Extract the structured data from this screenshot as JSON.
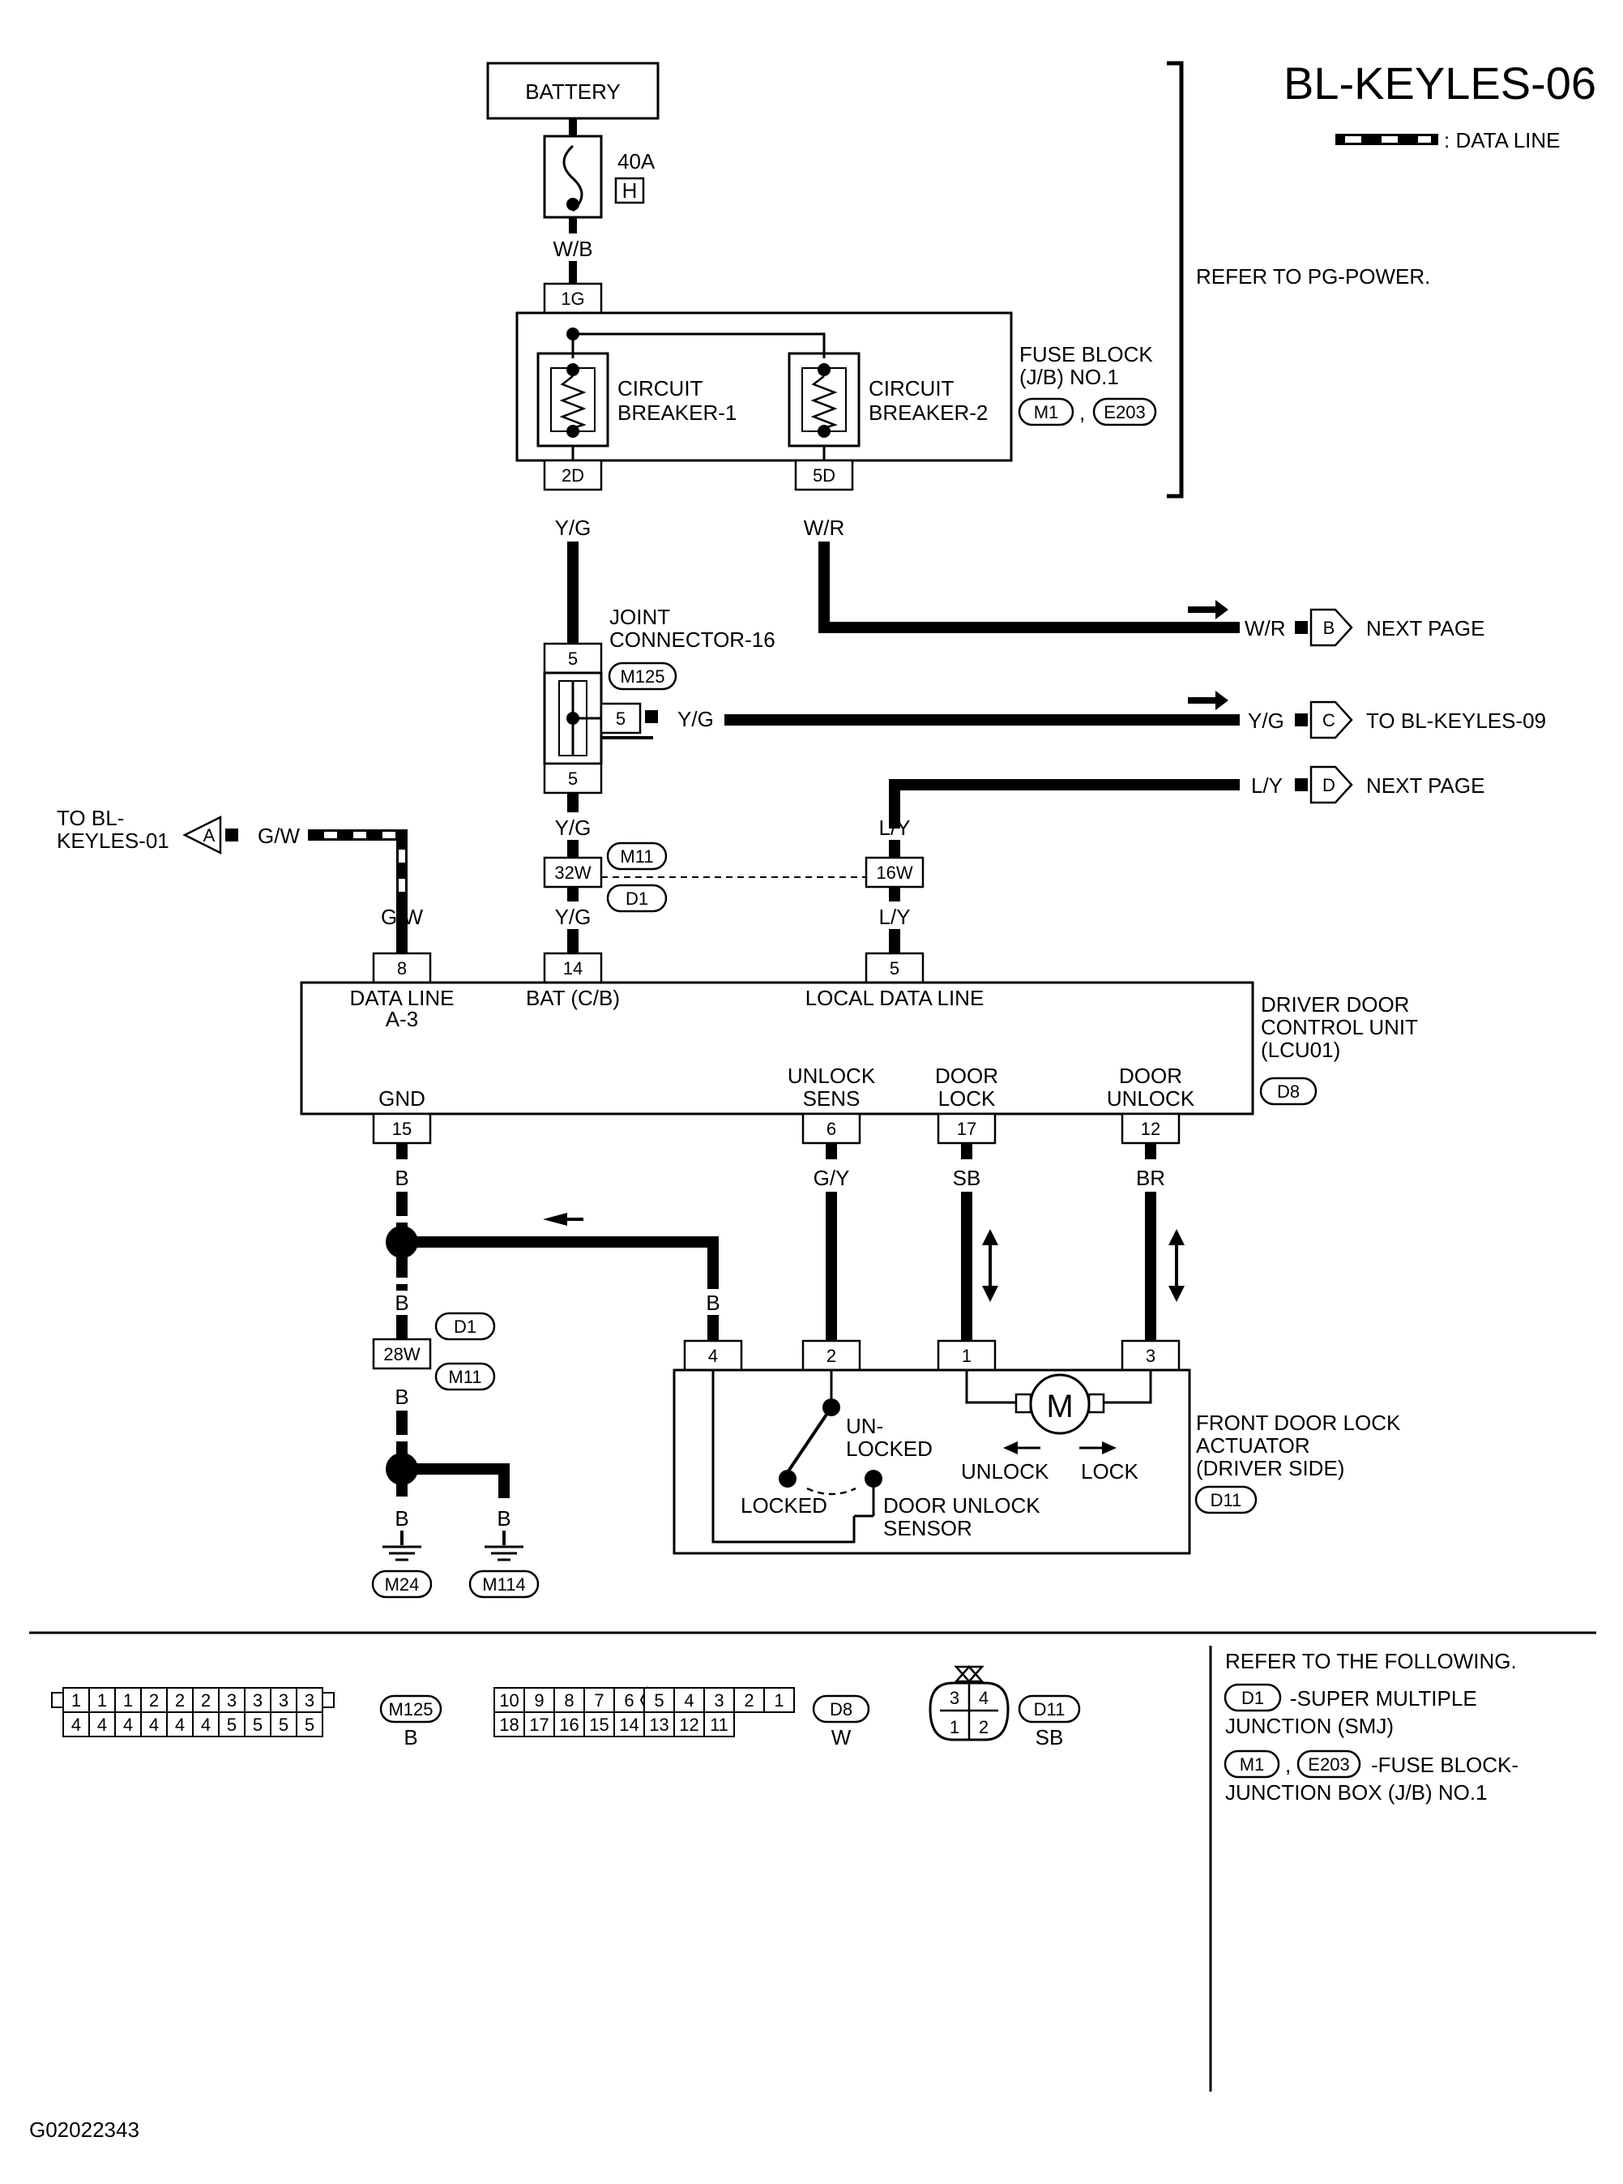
{
  "page_title": "BL-KEYLES-06",
  "legend": {
    "data_line": ": DATA LINE"
  },
  "refer_pg": "REFER TO PG-POWER.",
  "battery": "BATTERY",
  "fuse": {
    "rating": "40A",
    "letter": "H"
  },
  "wires": {
    "wb": "W/B",
    "yg": "Y/G",
    "wr": "W/R",
    "ly": "L/Y",
    "gw": "G/W",
    "b": "B",
    "gy": "G/Y",
    "sb": "SB",
    "br": "BR"
  },
  "fuse_block": {
    "title_line1": "FUSE BLOCK",
    "title_line2": "(J/B) NO.1",
    "conn1": "M1",
    "conn2": "E203",
    "in_pin": "1G",
    "cb1_line1": "CIRCUIT",
    "cb1_line2": "BREAKER-1",
    "cb2_line1": "CIRCUIT",
    "cb2_line2": "BREAKER-2",
    "out1": "2D",
    "out2": "5D"
  },
  "joint": {
    "line1": "JOINT",
    "line2": "CONNECTOR-16",
    "conn": "M125",
    "pin": "5"
  },
  "offpage": {
    "b_letter": "B",
    "b_text": "NEXT PAGE",
    "c_letter": "C",
    "c_text": "TO BL-KEYLES-09",
    "d_letter": "D",
    "d_text": "NEXT PAGE",
    "a_letter": "A",
    "a_line1": "TO BL-",
    "a_line2": "KEYLES-01"
  },
  "smj": {
    "conn_m11": "M11",
    "conn_d1": "D1",
    "pin32": "32W",
    "pin16": "16W",
    "pin28": "28W"
  },
  "dcu": {
    "title_line1": "DRIVER DOOR",
    "title_line2": "CONTROL UNIT",
    "title_line3": "(LCU01)",
    "conn": "D8",
    "pins": {
      "p8": "8",
      "p14": "14",
      "p5": "5",
      "p15": "15",
      "p6": "6",
      "p17": "17",
      "p12": "12"
    },
    "t_dataline1": "DATA LINE",
    "t_dataline2": "A-3",
    "t_bat": "BAT (C/B)",
    "t_local": "LOCAL DATA LINE",
    "t_gnd": "GND",
    "t_unlock1": "UNLOCK",
    "t_unlock2": "SENS",
    "t_lock1": "DOOR",
    "t_lock2": "LOCK",
    "t_dunlock1": "DOOR",
    "t_dunlock2": "UNLOCK"
  },
  "actuator": {
    "title_line1": "FRONT DOOR LOCK",
    "title_line2": "ACTUATOR",
    "title_line3": "(DRIVER SIDE)",
    "conn": "D11",
    "pins": {
      "p4": "4",
      "p2": "2",
      "p1": "1",
      "p3": "3"
    },
    "motor": "M",
    "unlocked1": "UN-",
    "unlocked2": "LOCKED",
    "locked": "LOCKED",
    "sensor1": "DOOR UNLOCK",
    "sensor2": "SENSOR",
    "unlock": "UNLOCK",
    "lock": "LOCK"
  },
  "grounds": {
    "g1": "M24",
    "g2": "M114"
  },
  "connectors": {
    "m125": {
      "id": "M125",
      "color": "B",
      "top": [
        "1",
        "1",
        "1",
        "2",
        "2",
        "2",
        "3",
        "3",
        "3",
        "3"
      ],
      "bottom": [
        "4",
        "4",
        "4",
        "4",
        "4",
        "4",
        "5",
        "5",
        "5",
        "5"
      ]
    },
    "d8": {
      "id": "D8",
      "color": "W",
      "top": [
        "10",
        "9",
        "8",
        "7",
        "6",
        "5",
        "4",
        "3",
        "2",
        "1"
      ],
      "bottom": [
        "18",
        "17",
        "16",
        "15",
        "14",
        "13",
        "12",
        "11"
      ]
    },
    "d11": {
      "id": "D11",
      "color": "SB",
      "top": [
        "3",
        "4"
      ],
      "bottom": [
        "1",
        "2"
      ]
    }
  },
  "refer_following": {
    "title": "REFER TO THE FOLLOWING.",
    "d1_id": "D1",
    "d1_line1": "-SUPER MULTIPLE",
    "d1_line2": "JUNCTION (SMJ)",
    "m1_id": "M1",
    "e203_id": "E203",
    "fb_line1": "-FUSE BLOCK-",
    "fb_line2": "JUNCTION BOX (J/B) NO.1"
  },
  "figure_code": "G02022343"
}
